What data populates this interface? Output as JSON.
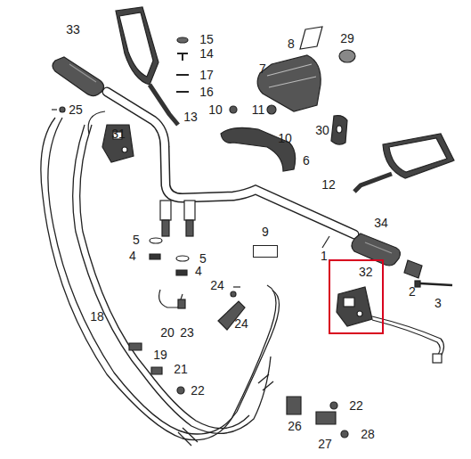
{
  "diagram": {
    "nodes": [
      {
        "text": [
          "9"
        ]
      },
      {
        "text": [
          "32"
        ]
      }
    ],
    "labels": [
      "33",
      "15",
      "29",
      "8",
      "14",
      "17",
      "16",
      "7",
      "25",
      "10",
      "11",
      "13",
      "30",
      "10",
      "6",
      "31",
      "12",
      "34",
      "1",
      "5",
      "4",
      "5",
      "4",
      "2",
      "3",
      "24",
      "18",
      "24",
      "20",
      "23",
      "19",
      "21",
      "22",
      "26",
      "22",
      "27",
      "28"
    ]
  }
}
